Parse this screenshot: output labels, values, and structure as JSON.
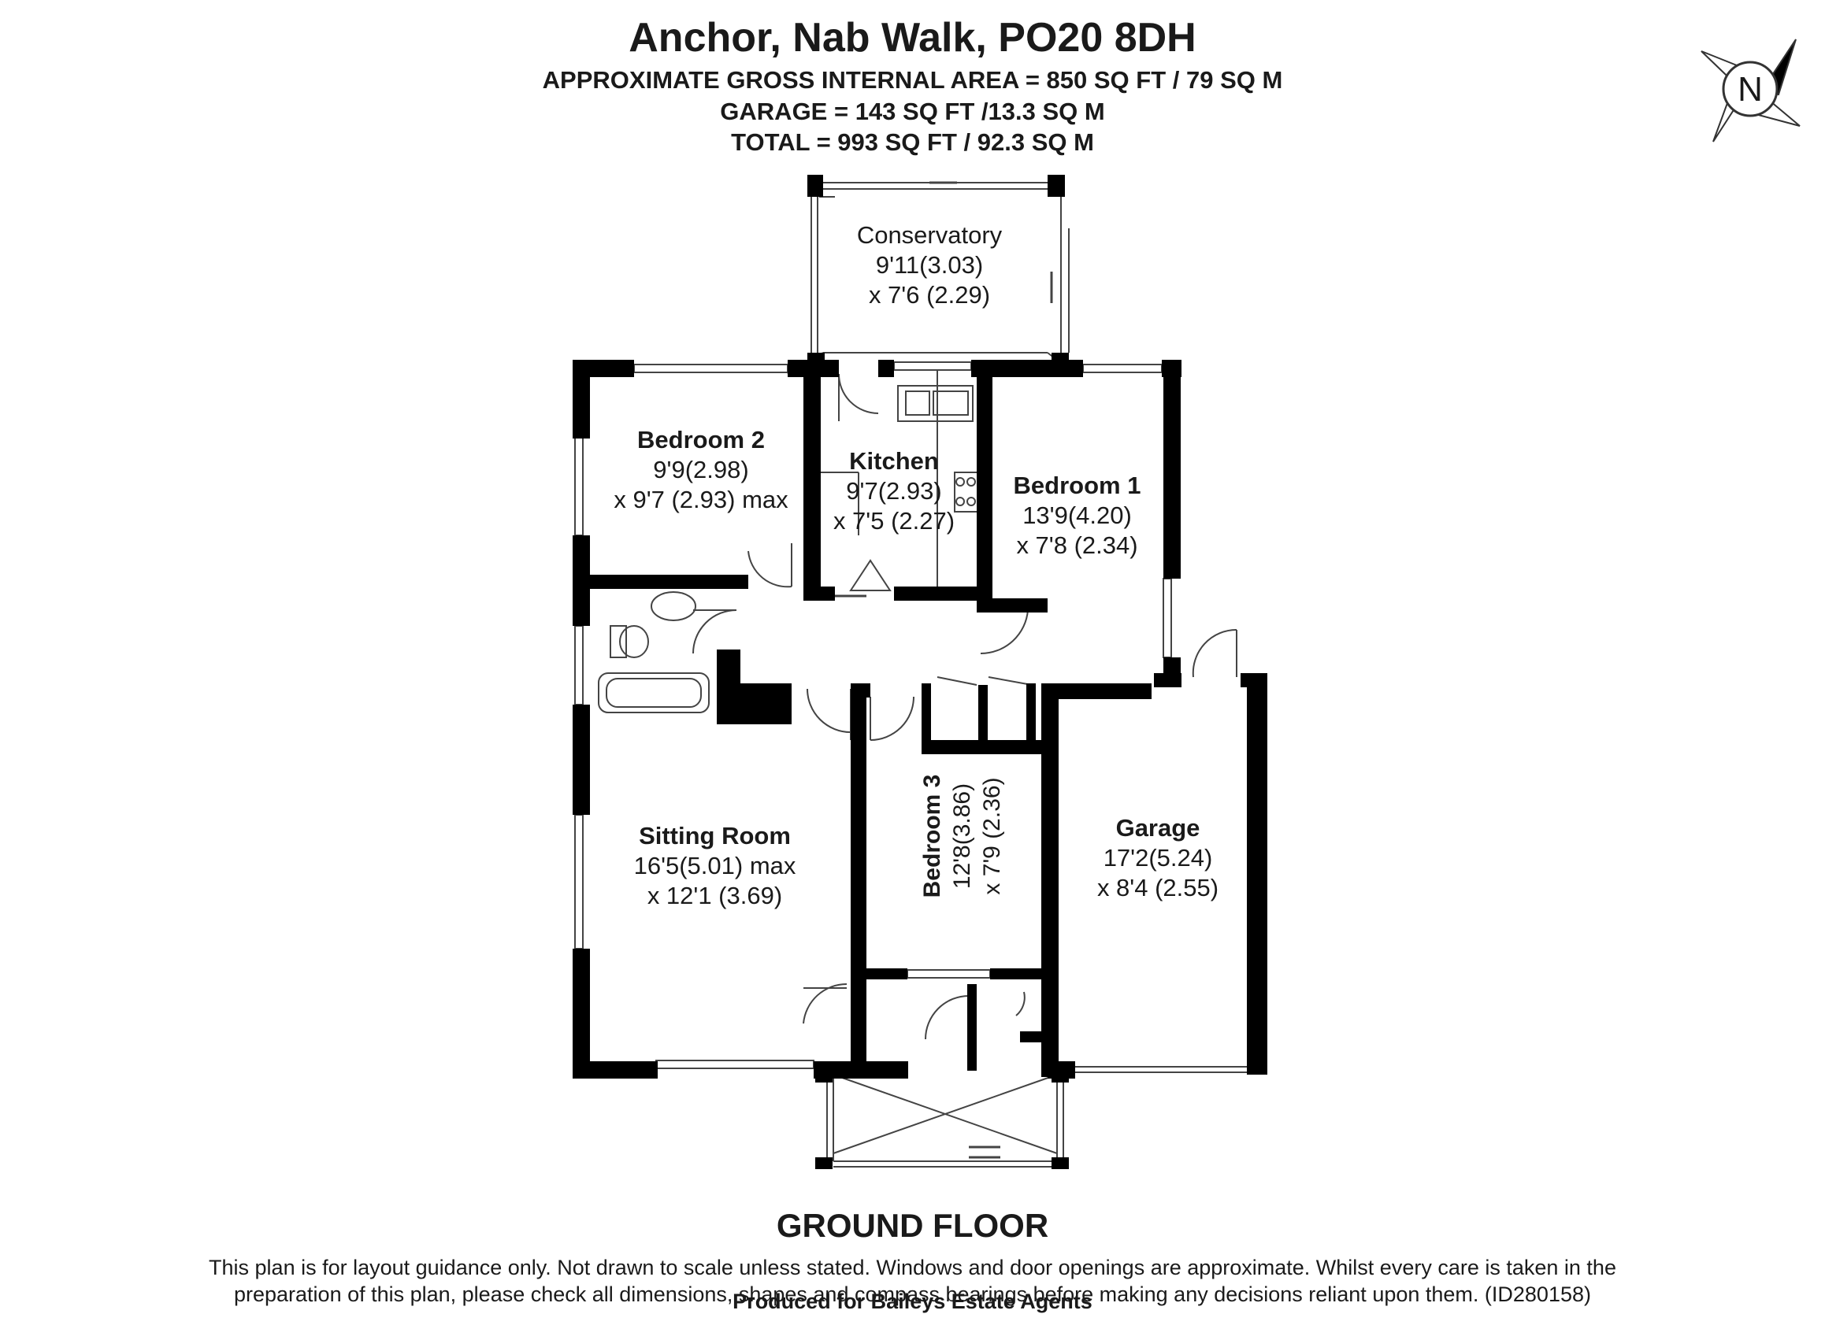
{
  "header": {
    "title": "Anchor, Nab Walk, PO20 8DH",
    "gross_internal_area": "APPROXIMATE GROSS INTERNAL AREA = 850 SQ FT / 79 SQ M",
    "garage_area": "GARAGE = 143 SQ FT /13.3 SQ M",
    "total_area": "TOTAL = 993 SQ FT / 92.3 SQ M"
  },
  "compass": {
    "label": "N",
    "icon": "north-compass-icon"
  },
  "rooms": {
    "conservatory": {
      "name": "Conservatory",
      "dim1": "9'11(3.03)",
      "dim2": "x 7'6 (2.29)"
    },
    "bedroom2": {
      "name": "Bedroom 2",
      "dim1": "9'9(2.98)",
      "dim2": "x 9'7 (2.93) max"
    },
    "kitchen": {
      "name": "Kitchen",
      "dim1": "9'7(2.93)",
      "dim2": "x 7'5 (2.27)"
    },
    "bedroom1": {
      "name": "Bedroom 1",
      "dim1": "13'9(4.20)",
      "dim2": "x 7'8 (2.34)"
    },
    "sitting_room": {
      "name": "Sitting Room",
      "dim1": "16'5(5.01) max",
      "dim2": "x 12'1 (3.69)"
    },
    "bedroom3": {
      "name": "Bedroom 3",
      "dim1": "12'8(3.86)",
      "dim2": "x 7'9 (2.36)"
    },
    "garage": {
      "name": "Garage",
      "dim1": "17'2(5.24)",
      "dim2": "x 8'4 (2.55)"
    }
  },
  "footer": {
    "floor_label": "GROUND FLOOR",
    "disclaimer_line1": "This plan is for layout guidance only. Not drawn to scale unless stated. Windows and door openings are approximate. Whilst every care is taken in the",
    "disclaimer_line2": "preparation of this plan, please check all dimensions, shapes and compass bearings before making any decisions reliant upon them. (ID280158)",
    "produced_by": "Produced for Baileys Estate Agents"
  },
  "colors": {
    "wall": "#000000",
    "line": "#333333",
    "background": "#ffffff"
  }
}
